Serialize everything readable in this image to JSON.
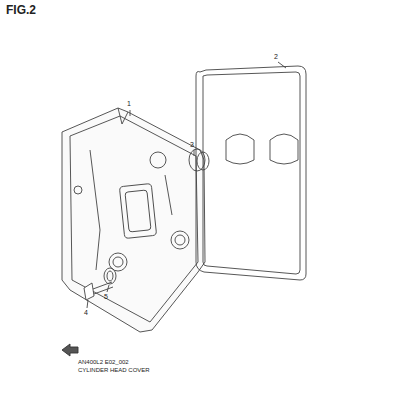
{
  "diagram": {
    "title": "FIG.2",
    "labels": [
      "1",
      "2",
      "3",
      "4",
      "5",
      "AN400L2 E02_002",
      "CYLINDER HEAD COVER"
    ]
  }
}
